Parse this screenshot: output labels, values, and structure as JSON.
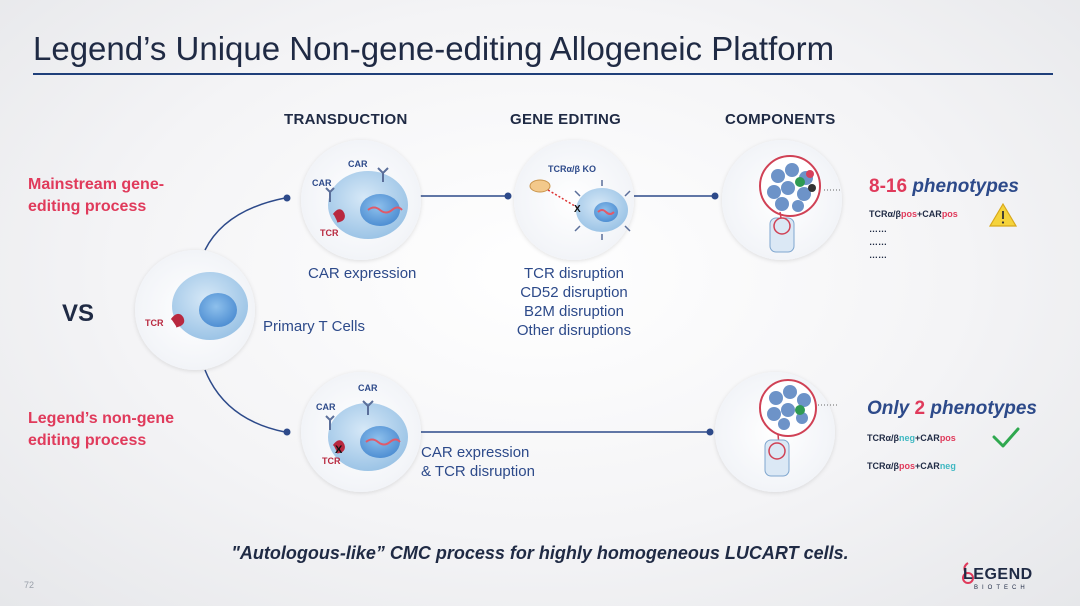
{
  "title": "Legend’s Unique Non-gene-editing Allogeneic Platform",
  "headers": {
    "transduction": "TRANSDUCTION",
    "gene_editing": "GENE EDITING",
    "components": "COMPONENTS"
  },
  "mainstream": {
    "label_line1": "Mainstream gene-",
    "label_line2": "editing process",
    "car_expression": "CAR expression",
    "disruptions": [
      "TCR disruption",
      "CD52 disruption",
      "B2M disruption",
      "Other disruptions"
    ],
    "phenotypes_number": "8-16",
    "phenotypes_word": "phenotypes",
    "pheno_line": {
      "a": "TCRα/β",
      "a_state": "pos",
      "b": "+CAR",
      "b_state": "pos"
    },
    "ellipsis": [
      "……",
      "……",
      "……"
    ]
  },
  "legend": {
    "label_line1": "Legend’s non-gene",
    "label_line2": "editing process",
    "car_expression_line1": "CAR expression",
    "car_expression_line2": "& TCR disruption",
    "phenotypes_prefix": "Only",
    "phenotypes_number": "2",
    "phenotypes_word": "phenotypes",
    "pheno_line1": {
      "a": "TCRα/β",
      "a_state": "neg",
      "b": "+CAR",
      "b_state": "pos"
    },
    "pheno_line2": {
      "a": "TCRα/β",
      "a_state": "pos",
      "b": "+CAR",
      "b_state": "neg"
    }
  },
  "vs": "VS",
  "primary_t_cells": "Primary T Cells",
  "cell_labels": {
    "tcr": "TCR",
    "car": "CAR",
    "tcr_ko": "TCRα/β KO",
    "x_mark": "X"
  },
  "footer": "\"Autologous-like” CMC process for highly homogeneous LUCART cells.",
  "page_number": "72",
  "logo": {
    "name": "LEGEND",
    "sub": "BIOTECH"
  },
  "icons": {
    "warning": "warning-triangle-icon",
    "check": "check-mark-icon"
  },
  "colors": {
    "accent_red": "#e03a5b",
    "navy": "#1f2a44",
    "blue_text": "#2d4a8a",
    "neg_teal": "#3fb8c2",
    "check_green": "#2fa84f",
    "warning_yellow": "#f5d33b"
  }
}
